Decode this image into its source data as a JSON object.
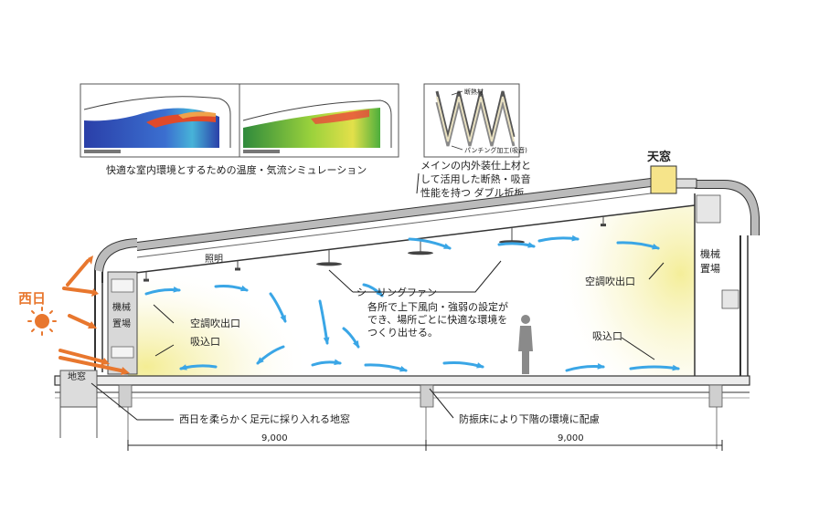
{
  "labels": {
    "sim_caption": "快適な室内環境とするための温度・気流シミュレーション",
    "panel_insulation": "断熱材",
    "panel_punching": "パンチング加工(吸音)",
    "panel_desc_1": "メインの内外装仕上材と",
    "panel_desc_2": "して活用した断熱・吸音",
    "panel_desc_3": "性能を持つ ダブル折板",
    "skylight": "天窓",
    "lighting": "照明",
    "ceiling_fan": "シーリングファン",
    "fan_desc_1": "各所で上下風向・強弱の設定が",
    "fan_desc_2": "でき、場所ごとに快適な環境を",
    "fan_desc_3": "つくり出せる。",
    "machine_left_1": "機械",
    "machine_left_2": "置場",
    "machine_right_1": "機械",
    "machine_right_2": "置場",
    "outlet_left": "空調吹出口",
    "intake_left": "吸込口",
    "outlet_right": "空調吹出口",
    "intake_right": "吸込口",
    "west_sun": "西日",
    "floor_window": "地窓",
    "west_sun_desc": "西日を柔らかく足元に採り入れる地窓",
    "floor_desc": "防振床により下階の環境に配慮",
    "dim_left": "9,000",
    "dim_right": "9,000"
  },
  "colors": {
    "airflow": "#3aa6e6",
    "sun": "#e8772e",
    "glow": "#f6f0a8"
  },
  "icons": {
    "sun": "sun-icon",
    "person": "person-silhouette",
    "fan": "ceiling-fan-icon"
  }
}
